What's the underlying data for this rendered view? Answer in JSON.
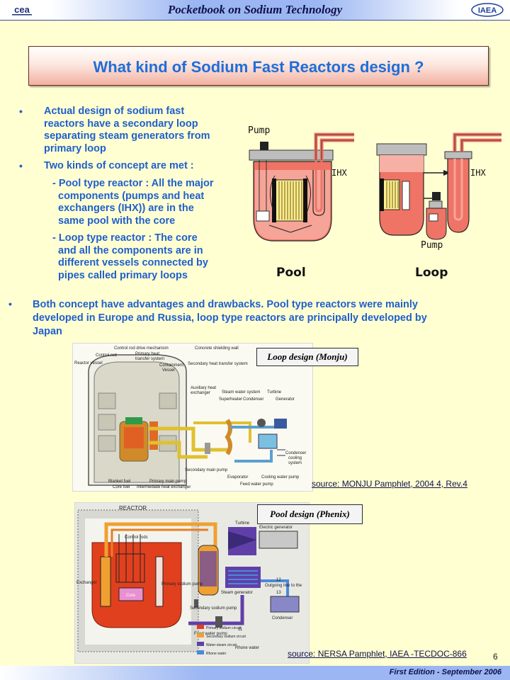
{
  "header": {
    "title": "Pocketbook on Sodium Technology",
    "logo_left": "cea",
    "logo_right": "IAEA"
  },
  "slide_title": "What kind of Sodium Fast Reactors design ?",
  "bullets": {
    "b1": [
      "Actual design of sodium fast",
      "reactors have a secondary loop",
      "separating steam generators from",
      "primary loop"
    ],
    "b2": "Two kinds of concept are met :",
    "pool": [
      "- Pool type reactor : All the major",
      "components (pumps and heat",
      "exchangers (IHX)) are in the",
      "same pool with the core"
    ],
    "loop": [
      "- Loop type reactor : The core",
      "and all the components are in",
      "different vessels connected by",
      "pipes called primary loops"
    ],
    "b3": [
      "Both concept have advantages and drawbacks. Pool type reactors were mainly",
      "developed in Europe and Russia, loop type reactors are principally developed by",
      "Japan"
    ]
  },
  "diagram": {
    "pump_pool": "Pump",
    "ihx_pool": "IHX",
    "ihx_loop": "IHX",
    "pump_loop": "Pump",
    "label_pool": "Pool",
    "label_loop": "Loop"
  },
  "monju": {
    "caption": "Loop design (Monju)",
    "source_prefix": "source:",
    "source_text": " MONJU Pamphlet, 2004 4, Rev.4",
    "labels": {
      "l1": "Control rod drive mechanism",
      "l2": "Concrete shielding wall",
      "l3": "Control rod",
      "l4": "Primary heat",
      "l5": "transfer system",
      "l6": "Reactor vessel",
      "l7": "Containment",
      "l8": "Vessel",
      "l9": "Secondary heat transfer system",
      "l10": "Auxiliary heat",
      "l11": "exchanger",
      "l12": "Steam water system",
      "l13": "Turbine",
      "l14": "Superheater",
      "l15": "Condenser",
      "l16": "Generator",
      "l17": "Condenser",
      "l18": "cooling",
      "l19": "system",
      "l20": "Secondary main pump",
      "l21": "Evaporator",
      "l22": "Cooling water pump",
      "l23": "Blanket fuel",
      "l24": "Primary main pump",
      "l25": "Core fuel",
      "l26": "Intermediate heat exchanger",
      "l27": "Feed water pump"
    }
  },
  "phenix": {
    "caption": "Pool design (Phenix)",
    "source_prefix": "source:",
    "source_text": " NERSA Pamphlet, IAEA -TECDOC-866",
    "labels": {
      "reactor": "REACTOR",
      "control_rods": "Control rods",
      "exchanger": "Exchanger",
      "primary_pump": "Primary sodium pump",
      "core": "Core",
      "turbine": "Turbine",
      "electric_gen": "Electric generator",
      "steam_gen": "Steam generator",
      "sec_pump": "Secondary sodium pump",
      "feed_pump": "Feed water pump",
      "condenser": "Condenser",
      "outgoing": "Outgoing line to the",
      "rhone": "Rhone water",
      "n12": "12",
      "n13": "13",
      "n11": "11"
    },
    "legend": [
      "Primary sodium circuit",
      "Secondary sodium circuit",
      "Water-steam circuit",
      "Rhone water"
    ]
  },
  "page_number": "6",
  "footer": "First Edition - September 2006",
  "colors": {
    "background": "#ffffd2",
    "text_blue": "#1f5fcd",
    "sodium_red": "#ef7466",
    "primary_sodium": "#e1401e",
    "secondary_sodium": "#f0a030",
    "water_steam": "#6040a8",
    "rhone_water": "#4a8ad8"
  }
}
